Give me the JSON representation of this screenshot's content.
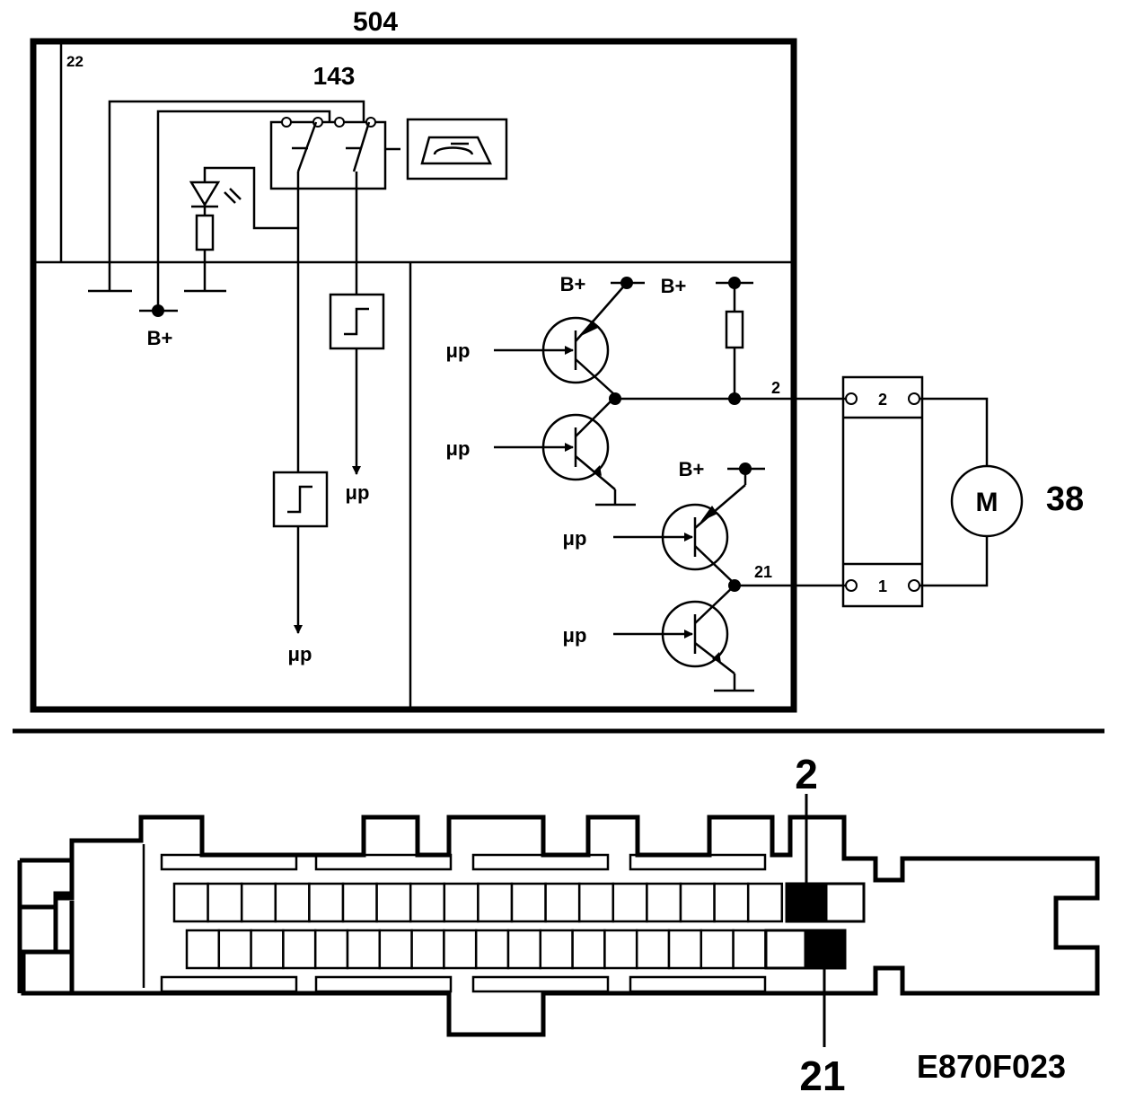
{
  "module_label": "504",
  "switch_label": "143",
  "terminal_22": "22",
  "b_plus": "B+",
  "mu_p": "μp",
  "wire_2": "2",
  "wire_21": "21",
  "connector_pin_2": "2",
  "connector_pin_1": "1",
  "motor_symbol": "M",
  "motor_label": "38",
  "pin_callout_top": "2",
  "pin_callout_bottom": "21",
  "figure_code": "E870F023",
  "connector_row_cells": 18,
  "highlighted_pins": [
    "2",
    "21"
  ]
}
